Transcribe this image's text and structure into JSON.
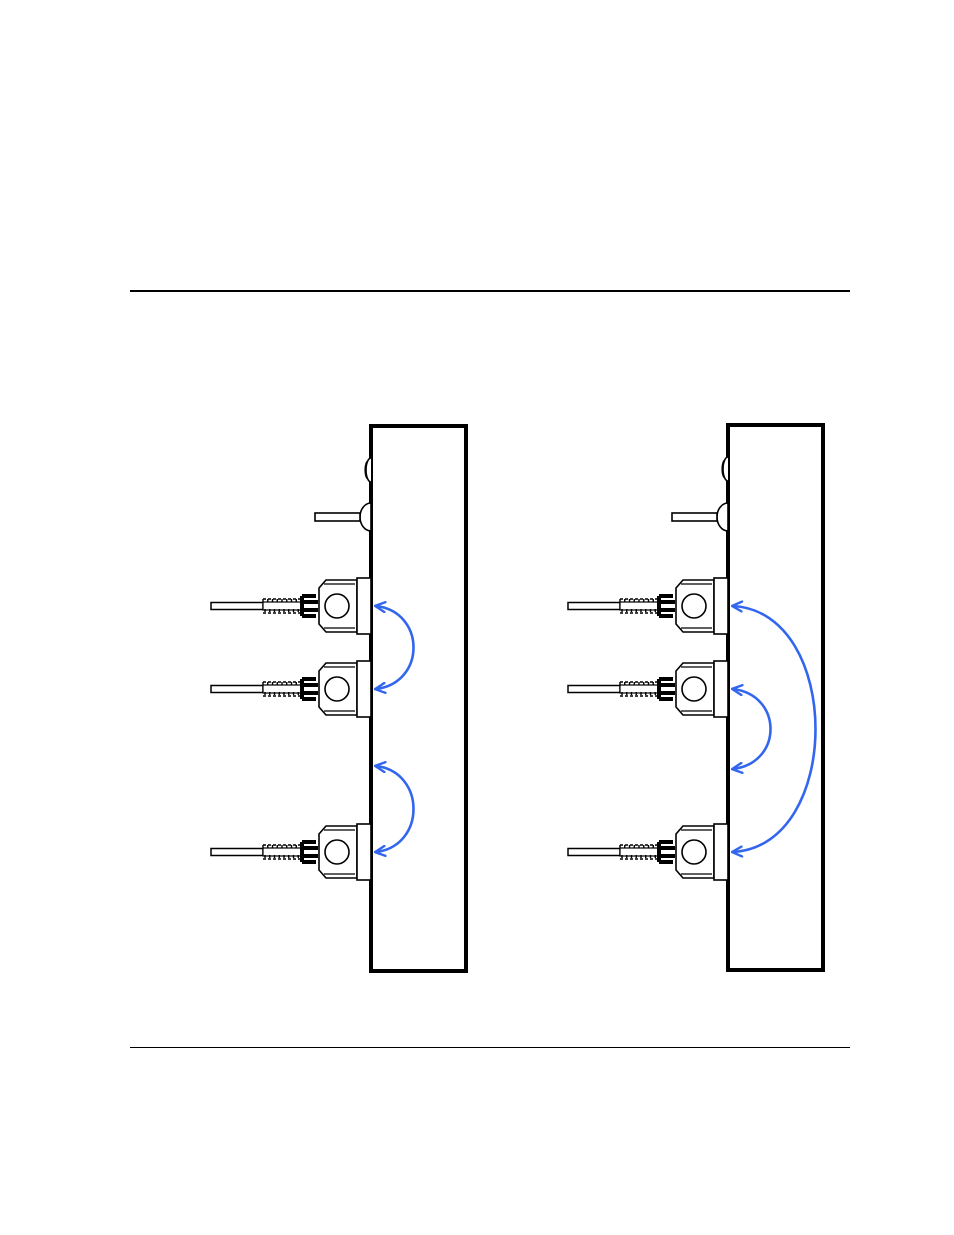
{
  "colors": {
    "line": "#000000",
    "arrow": "#3366ee",
    "background": "#ffffff"
  },
  "panels": [
    {
      "id": "left",
      "connectors": 3,
      "loopbacks": [
        {
          "from": "connector-1",
          "to": "connector-2"
        },
        {
          "from": "gap",
          "to": "connector-3"
        }
      ]
    },
    {
      "id": "right",
      "connectors": 3,
      "loopbacks": [
        {
          "from": "connector-1",
          "to": "connector-3"
        },
        {
          "from": "connector-2",
          "to": "gap"
        }
      ]
    }
  ]
}
